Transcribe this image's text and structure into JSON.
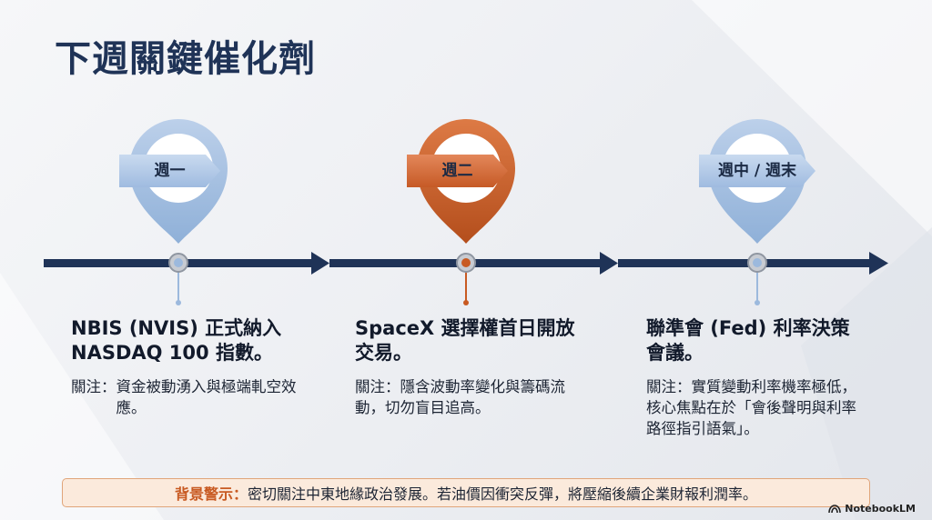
{
  "title": "下週關鍵催化劑",
  "colors": {
    "navy": "#1f3357",
    "blue_pin": "#9cb9dd",
    "orange_pin": "#c85a22",
    "banner_bg": "#fbeadc"
  },
  "events": [
    {
      "pin_label": "週一",
      "title_line1": "NBIS (NVIS) 正式納入",
      "title_line2": "NASDAQ 100 指數。",
      "note_prefix": "關注：",
      "note_text": "資金被動湧入與極端軋空效應。"
    },
    {
      "pin_label": "週二",
      "title_line1": "SpaceX 選擇權首日開放",
      "title_line2": "交易。",
      "note_prefix": "關注：",
      "note_text": "隱含波動率變化與籌碼流動，切勿盲目追高。"
    },
    {
      "pin_label": "週中 / 週末",
      "title_line1": "聯準會 (Fed) 利率決策",
      "title_line2": "會議。",
      "note_prefix": "關注：",
      "note_text": "實質變動利率機率極低，核心焦點在於「會後聲明與利率路徑指引語氣」。"
    }
  ],
  "banner": {
    "label": "背景警示：",
    "text": "密切關注中東地緣政治發展。若油價因衝突反彈，將壓縮後續企業財報利潤率。"
  },
  "brand": "NotebookLM"
}
